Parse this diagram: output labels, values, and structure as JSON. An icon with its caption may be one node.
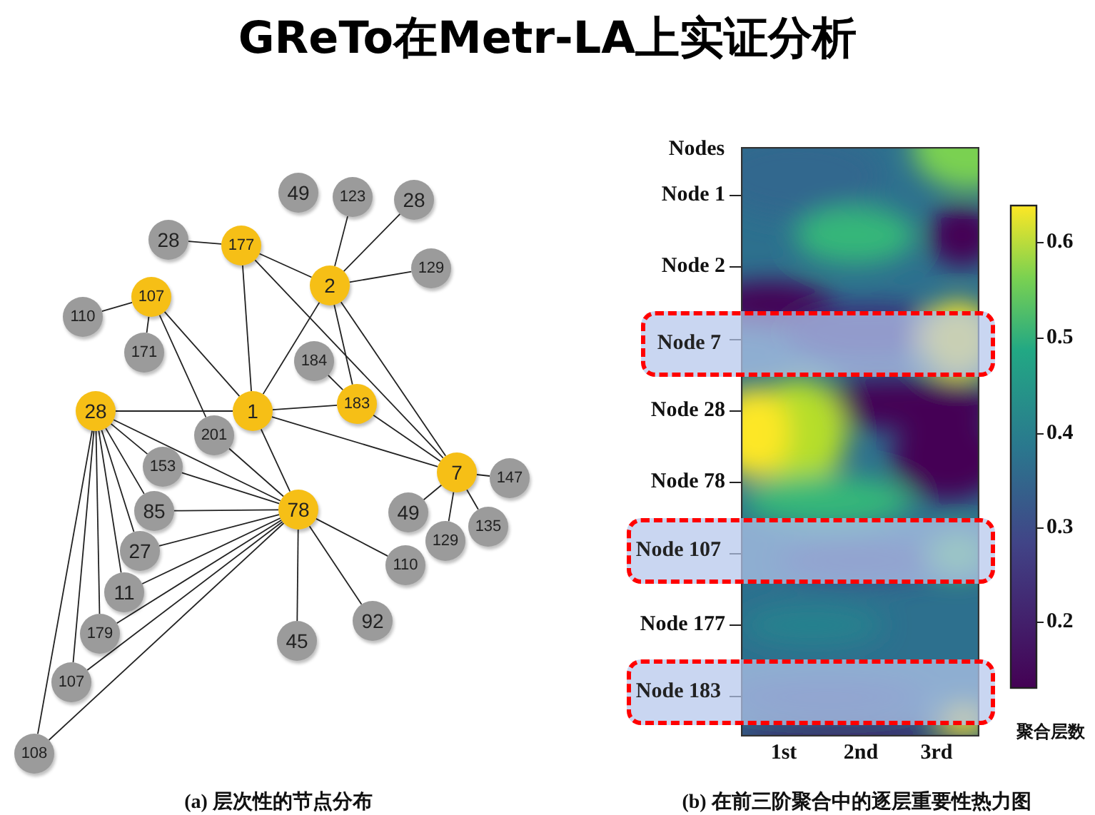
{
  "diagram": {
    "title": "GReTo在Metr-LA上实证分析",
    "nodes": [
      {
        "text": [
          "49"
        ]
      },
      {
        "text": [
          "123"
        ]
      },
      {
        "text": [
          "28"
        ]
      },
      {
        "text": [
          "28"
        ]
      },
      {
        "text": [
          "177"
        ]
      },
      {
        "text": [
          "2"
        ]
      },
      {
        "text": [
          "129"
        ]
      },
      {
        "text": [
          "107"
        ]
      },
      {
        "text": [
          "110"
        ]
      },
      {
        "text": [
          "171"
        ]
      },
      {
        "text": [
          "184"
        ]
      },
      {
        "text": [
          "28"
        ]
      },
      {
        "text": [
          "1"
        ]
      },
      {
        "text": [
          "183"
        ]
      },
      {
        "text": [
          "201"
        ]
      },
      {
        "text": [
          "153"
        ]
      },
      {
        "text": [
          "7"
        ]
      },
      {
        "text": [
          "147"
        ]
      },
      {
        "text": [
          "85"
        ]
      },
      {
        "text": [
          "78"
        ]
      },
      {
        "text": [
          "49"
        ]
      },
      {
        "text": [
          "135"
        ]
      },
      {
        "text": [
          "129"
        ]
      },
      {
        "text": [
          "27"
        ]
      },
      {
        "text": [
          "110"
        ]
      },
      {
        "text": [
          "11"
        ]
      },
      {
        "text": [
          "92"
        ]
      },
      {
        "text": [
          "179"
        ]
      },
      {
        "text": [
          "45"
        ]
      },
      {
        "text": [
          "107"
        ]
      },
      {
        "text": [
          "108"
        ]
      },
      {
        "text": [
          "Node 7"
        ]
      },
      {
        "text": [
          "Node 107"
        ]
      },
      {
        "text": [
          "Node 183"
        ]
      }
    ],
    "edges": [
      {
        "from": 4,
        "to": 3,
        "arrow": "none"
      },
      {
        "from": 4,
        "to": 12,
        "arrow": "none"
      },
      {
        "from": 4,
        "to": 5,
        "arrow": "none"
      },
      {
        "from": 4,
        "to": 16,
        "arrow": "none"
      },
      {
        "from": 5,
        "to": 1,
        "arrow": "none"
      },
      {
        "from": 5,
        "to": 2,
        "arrow": "none"
      },
      {
        "from": 5,
        "to": 6,
        "arrow": "none"
      },
      {
        "from": 5,
        "to": 12,
        "arrow": "none"
      },
      {
        "from": 5,
        "to": 13,
        "arrow": "none"
      },
      {
        "from": 5,
        "to": 16,
        "arrow": "none"
      },
      {
        "from": 7,
        "to": 8,
        "arrow": "none"
      },
      {
        "from": 7,
        "to": 9,
        "arrow": "none"
      },
      {
        "from": 7,
        "to": 12,
        "arrow": "none"
      },
      {
        "from": 7,
        "to": 14,
        "arrow": "none"
      },
      {
        "from": 14,
        "to": 19,
        "arrow": "none"
      },
      {
        "from": 10,
        "to": 13,
        "arrow": "none"
      },
      {
        "from": 11,
        "to": 12,
        "arrow": "none"
      },
      {
        "from": 12,
        "to": 13,
        "arrow": "none"
      },
      {
        "from": 12,
        "to": 19,
        "arrow": "none"
      },
      {
        "from": 12,
        "to": 16,
        "arrow": "none"
      },
      {
        "from": 13,
        "to": 16,
        "arrow": "none"
      },
      {
        "from": 16,
        "to": 17,
        "arrow": "none"
      },
      {
        "from": 16,
        "to": 20,
        "arrow": "none"
      },
      {
        "from": 16,
        "to": 22,
        "arrow": "none"
      },
      {
        "from": 16,
        "to": 21,
        "arrow": "none"
      },
      {
        "from": 19,
        "to": 24,
        "arrow": "none"
      },
      {
        "from": 19,
        "to": 26,
        "arrow": "none"
      },
      {
        "from": 19,
        "to": 28,
        "arrow": "none"
      },
      {
        "from": 11,
        "to": 15,
        "arrow": "none"
      },
      {
        "from": 11,
        "to": 18,
        "arrow": "none"
      },
      {
        "from": 11,
        "to": 23,
        "arrow": "none"
      },
      {
        "from": 11,
        "to": 25,
        "arrow": "none"
      },
      {
        "from": 11,
        "to": 27,
        "arrow": "none"
      },
      {
        "from": 11,
        "to": 29,
        "arrow": "none"
      },
      {
        "from": 11,
        "to": 30,
        "arrow": "none"
      },
      {
        "from": 11,
        "to": 19,
        "arrow": "none"
      },
      {
        "from": 19,
        "to": 15,
        "arrow": "none"
      },
      {
        "from": 19,
        "to": 18,
        "arrow": "none"
      },
      {
        "from": 19,
        "to": 23,
        "arrow": "none"
      },
      {
        "from": 19,
        "to": 25,
        "arrow": "none"
      },
      {
        "from": 19,
        "to": 27,
        "arrow": "none"
      },
      {
        "from": 19,
        "to": 29,
        "arrow": "none"
      },
      {
        "from": 19,
        "to": 30,
        "arrow": "none"
      }
    ],
    "labels": [
      "Nodes",
      "Node 1",
      "Node 2",
      "Node 28",
      "Node 78",
      "Node 177",
      "1st",
      "2nd",
      "3rd",
      "0.6",
      "0.5",
      "0.4",
      "0.3",
      "0.2",
      "聚合层数",
      "(a) 层次性的节点分布",
      "(b) 在前三阶聚合中的逐层重要性热力图"
    ]
  }
}
